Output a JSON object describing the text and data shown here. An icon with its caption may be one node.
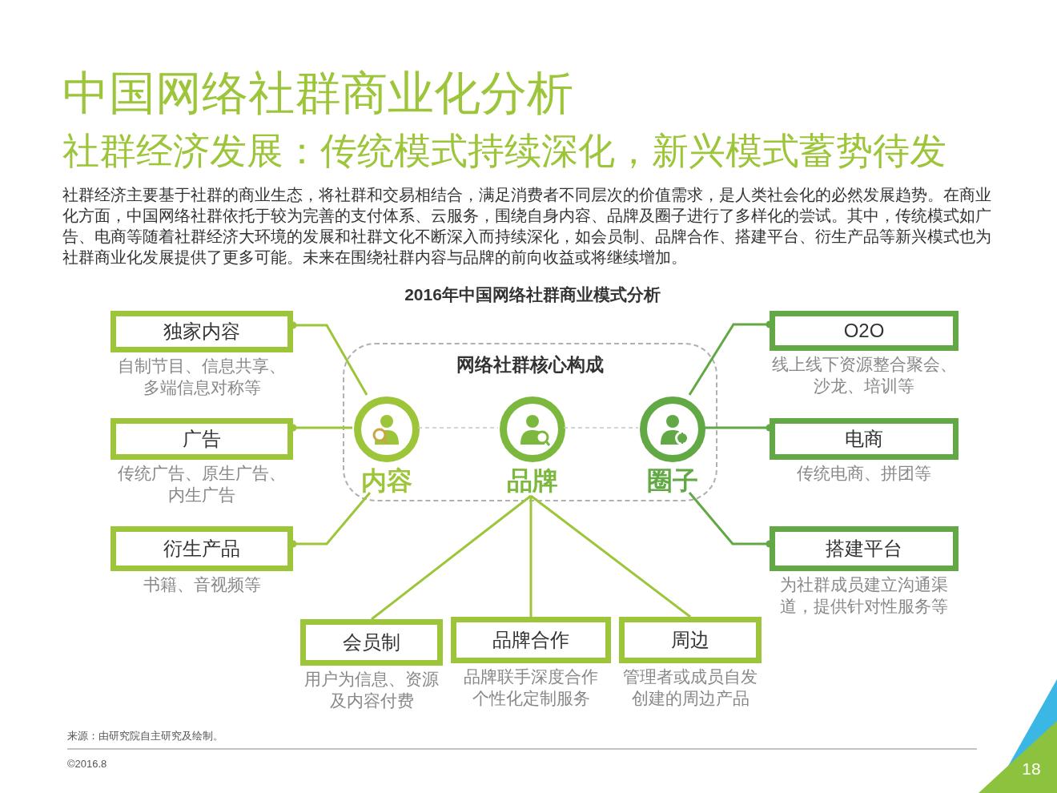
{
  "diagram": {
    "title": "中国网络社群商业化分析",
    "nodes": [
      {
        "text": [
          "独家内容"
        ],
        "beside": [
          "自制节目、信息共享、多端信息对称等"
        ]
      },
      {
        "text": [
          "广告"
        ],
        "beside": [
          "传统广告、原生广告、内生广告"
        ]
      },
      {
        "text": [
          "衍生产品"
        ],
        "beside": [
          "书籍、音视频等"
        ]
      },
      {
        "text": [
          "网络社群核心构成"
        ]
      },
      {
        "text": [
          "内容"
        ],
        "in": 3
      },
      {
        "text": [
          "品牌"
        ],
        "in": 3
      },
      {
        "text": [
          "圈子"
        ],
        "in": 3
      },
      {
        "text": [
          "O2O"
        ],
        "beside": [
          "线上线下资源整合聚会、沙龙、培训等"
        ]
      },
      {
        "text": [
          "电商"
        ],
        "beside": [
          "传统电商、拼团等"
        ]
      },
      {
        "text": [
          "搭建平台"
        ],
        "beside": [
          "为社群成员建立沟通渠道，提供针对性服务等"
        ]
      },
      {
        "text": [
          "会员制"
        ],
        "beside": [
          "用户为信息、资源及内容付费"
        ]
      },
      {
        "text": [
          "品牌合作"
        ],
        "beside": [
          "品牌联手深度合作个性化定制服务"
        ]
      },
      {
        "text": [
          "周边"
        ],
        "beside": [
          "管理者或成员自发创建的周边产品"
        ]
      }
    ],
    "edges": [
      {
        "from": 4,
        "to": 0,
        "arrow": "other"
      },
      {
        "from": 4,
        "to": 1,
        "arrow": "other"
      },
      {
        "from": 4,
        "to": 2,
        "arrow": "other"
      },
      {
        "from": 6,
        "to": 7,
        "arrow": "other",
        "color": "#62a844"
      },
      {
        "from": 6,
        "to": 8,
        "arrow": "other",
        "color": "#62a844"
      },
      {
        "from": 6,
        "to": 9,
        "arrow": "other",
        "color": "#62a844"
      },
      {
        "from": 5,
        "to": 10,
        "arrow": "none"
      },
      {
        "from": 5,
        "to": 11,
        "arrow": "none"
      },
      {
        "from": 5,
        "to": 12,
        "arrow": "none"
      },
      {
        "from": 4,
        "to": 5,
        "arrow": "none",
        "style": "dashed",
        "color": "#c8c8c8"
      },
      {
        "from": 5,
        "to": 6,
        "arrow": "none",
        "style": "dashed",
        "color": "#c8c8c8"
      }
    ],
    "labels": [
      "社群经济发展：传统模式持续深化，新兴模式蓄势待发",
      "社群经济主要基于社群的商业生态，将社群和交易相结合，满足消费者不同层次的价值需求，是人类社会化的必然发展趋势。在商业化方面，中国网络社群依托于较为完善的支付体系、云服务，围绕自身内容、品牌及圈子进行了多样化的尝试。其中，传统模式如广告、电商等随着社群经济大环境的发展和社群文化不断深入而持续深化，如会员制、品牌合作、搭建平台、衍生产品等新兴模式也为社群商业化发展提供了更多可能。未来在围绕社群内容与品牌的前向收益或将继续增加。",
      "2016年中国网络社群商业模式分析",
      "来源：由研究院自主研究及绘制。",
      "©2016.8",
      "18"
    ]
  }
}
